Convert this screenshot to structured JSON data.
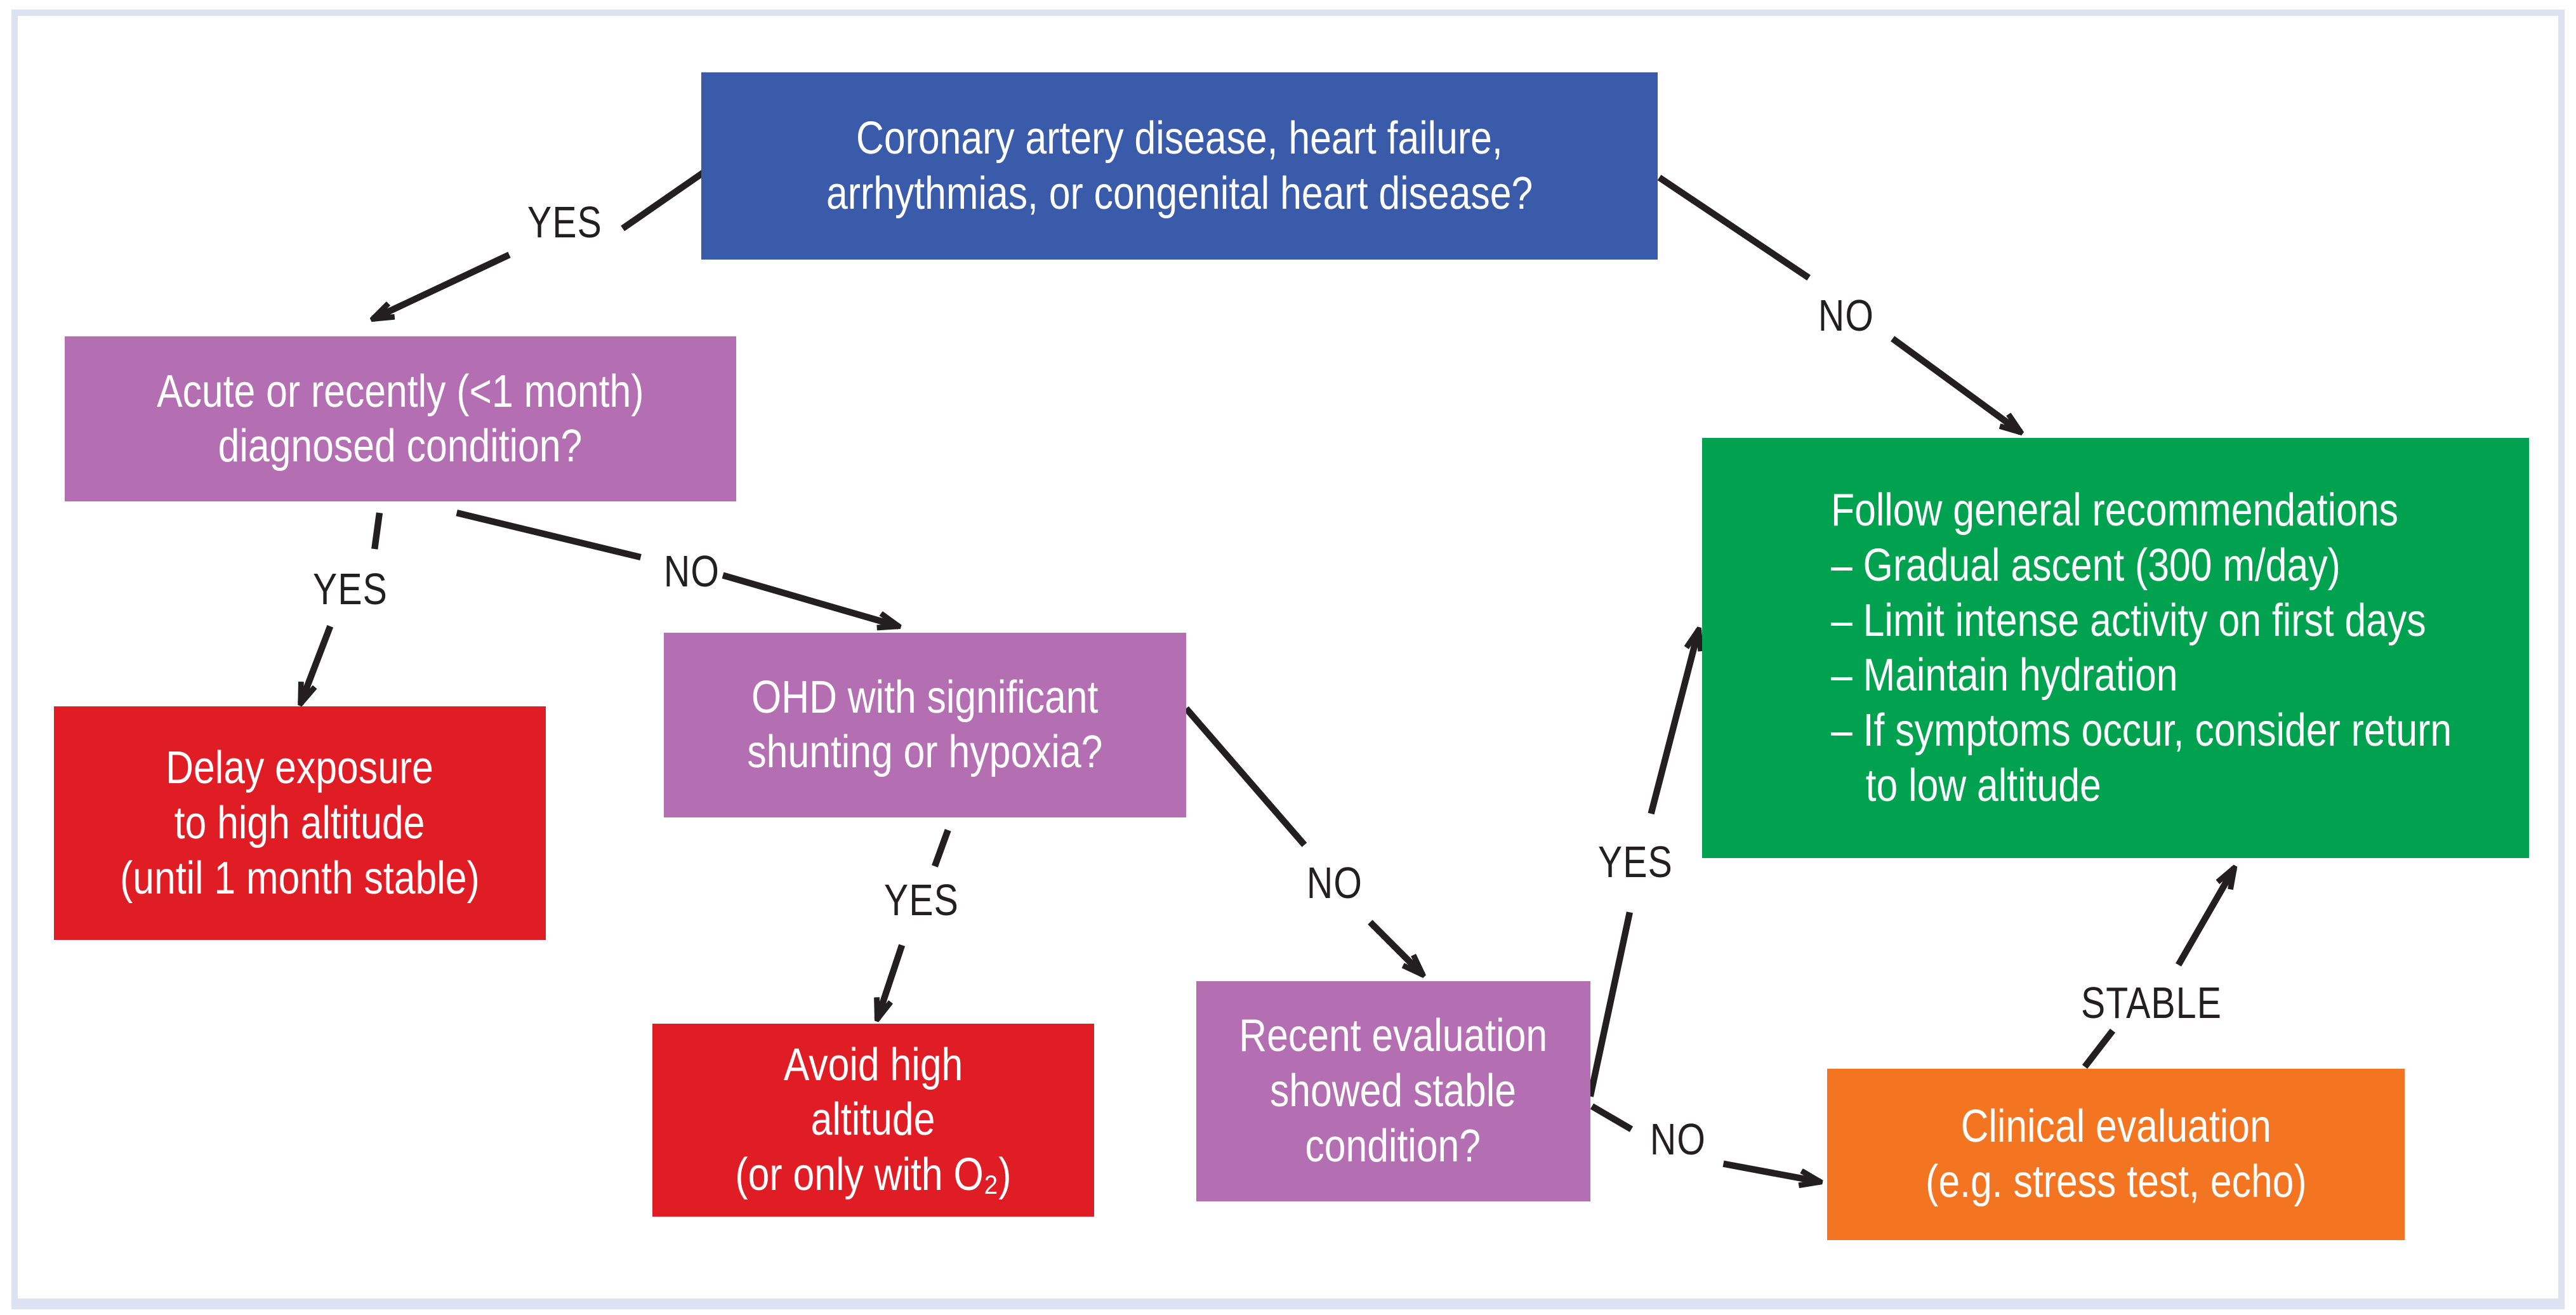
{
  "figure": {
    "kind": "clinical-decision-flowchart",
    "topic": "High-altitude exposure triage for cardiac patients"
  },
  "colors": {
    "question_blue": "#3a5ba9",
    "question_purple": "#b46fb2",
    "stop_red": "#e01d25",
    "go_green": "#00a14f",
    "action_orange": "#f47521",
    "frame": "#dde2f3",
    "arrow_black": "#231f20",
    "box_text": "#ffffff"
  },
  "nodes": {
    "heart_disease_question": {
      "lines": [
        "Coronary artery disease, heart failure,",
        "arrhythmias, or congenital heart disease?"
      ]
    },
    "acute_question": {
      "lines": [
        "Acute or recently (<1 month)",
        "diagnosed condition?"
      ]
    },
    "delay_exposure": {
      "lines": [
        "Delay exposure",
        "to high altitude",
        "(until 1 month stable)"
      ]
    },
    "ohd_question": {
      "lines": [
        "OHD with significant",
        "shunting or hypoxia?"
      ]
    },
    "avoid_high_altitude": {
      "lines": [
        "Avoid high",
        "altitude",
        "(or only with O₂)"
      ]
    },
    "recent_evaluation_question": {
      "lines": [
        "Recent evaluation",
        "showed stable",
        "condition?"
      ]
    },
    "general_recommendations": {
      "lines": [
        "Follow general recommendations",
        "– Gradual ascent (300 m/day)",
        "– Limit intense activity on first days",
        "– Maintain hydration",
        "– If symptoms occur, consider return",
        "to low altitude"
      ]
    },
    "clinical_evaluation": {
      "lines": [
        "Clinical evaluation",
        "(e.g. stress test, echo)"
      ]
    }
  },
  "edge_labels": {
    "yes_top": "YES",
    "no_top": "NO",
    "yes_acute": "YES",
    "no_acute": "NO",
    "yes_ohd": "YES",
    "no_ohd": "NO",
    "yes_recent": "YES",
    "no_recent": "NO",
    "stable": "STABLE"
  }
}
